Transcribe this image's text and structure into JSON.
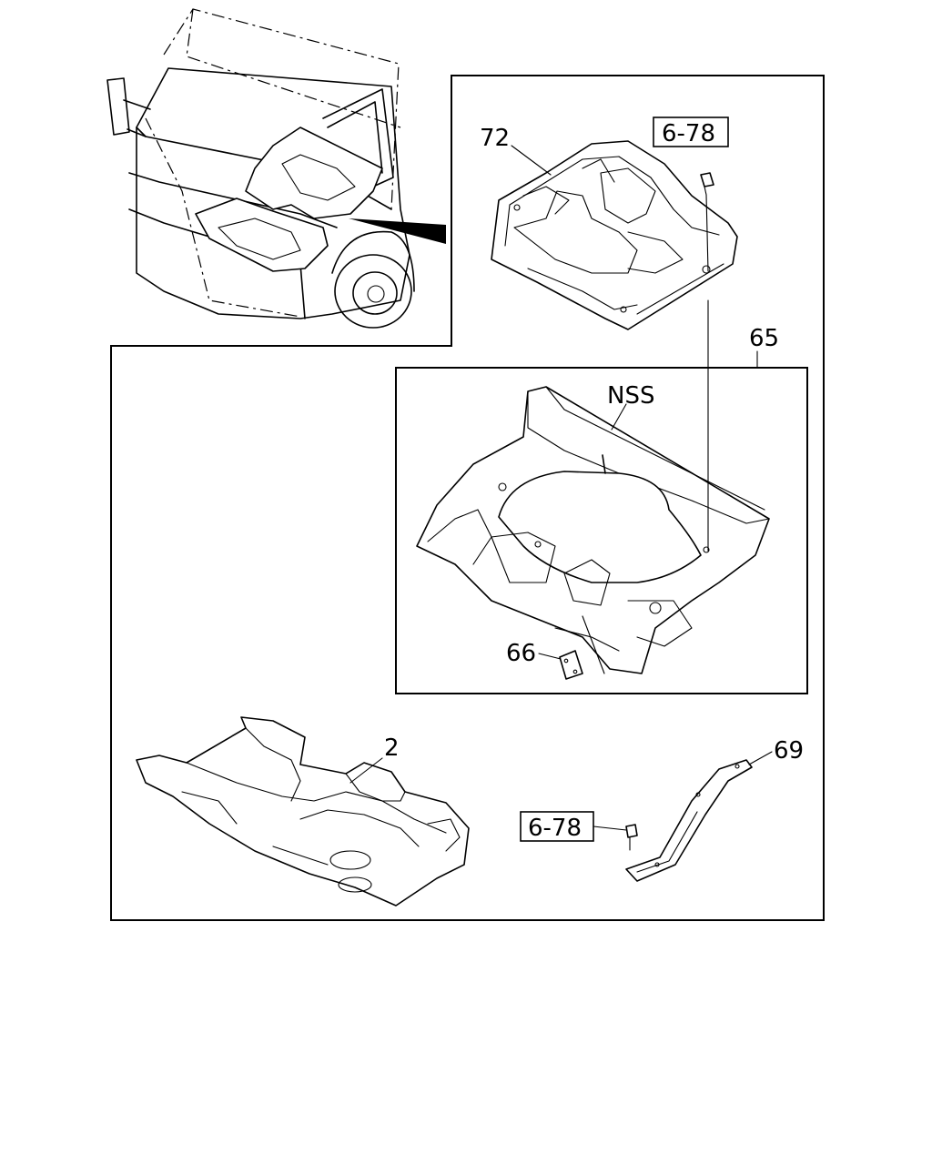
{
  "labels": {
    "part_72": "72",
    "part_65": "65",
    "part_nss": "NSS",
    "part_66": "66",
    "part_2": "2",
    "part_69": "69",
    "ref_top": "6-78",
    "ref_bottom": "6-78"
  }
}
